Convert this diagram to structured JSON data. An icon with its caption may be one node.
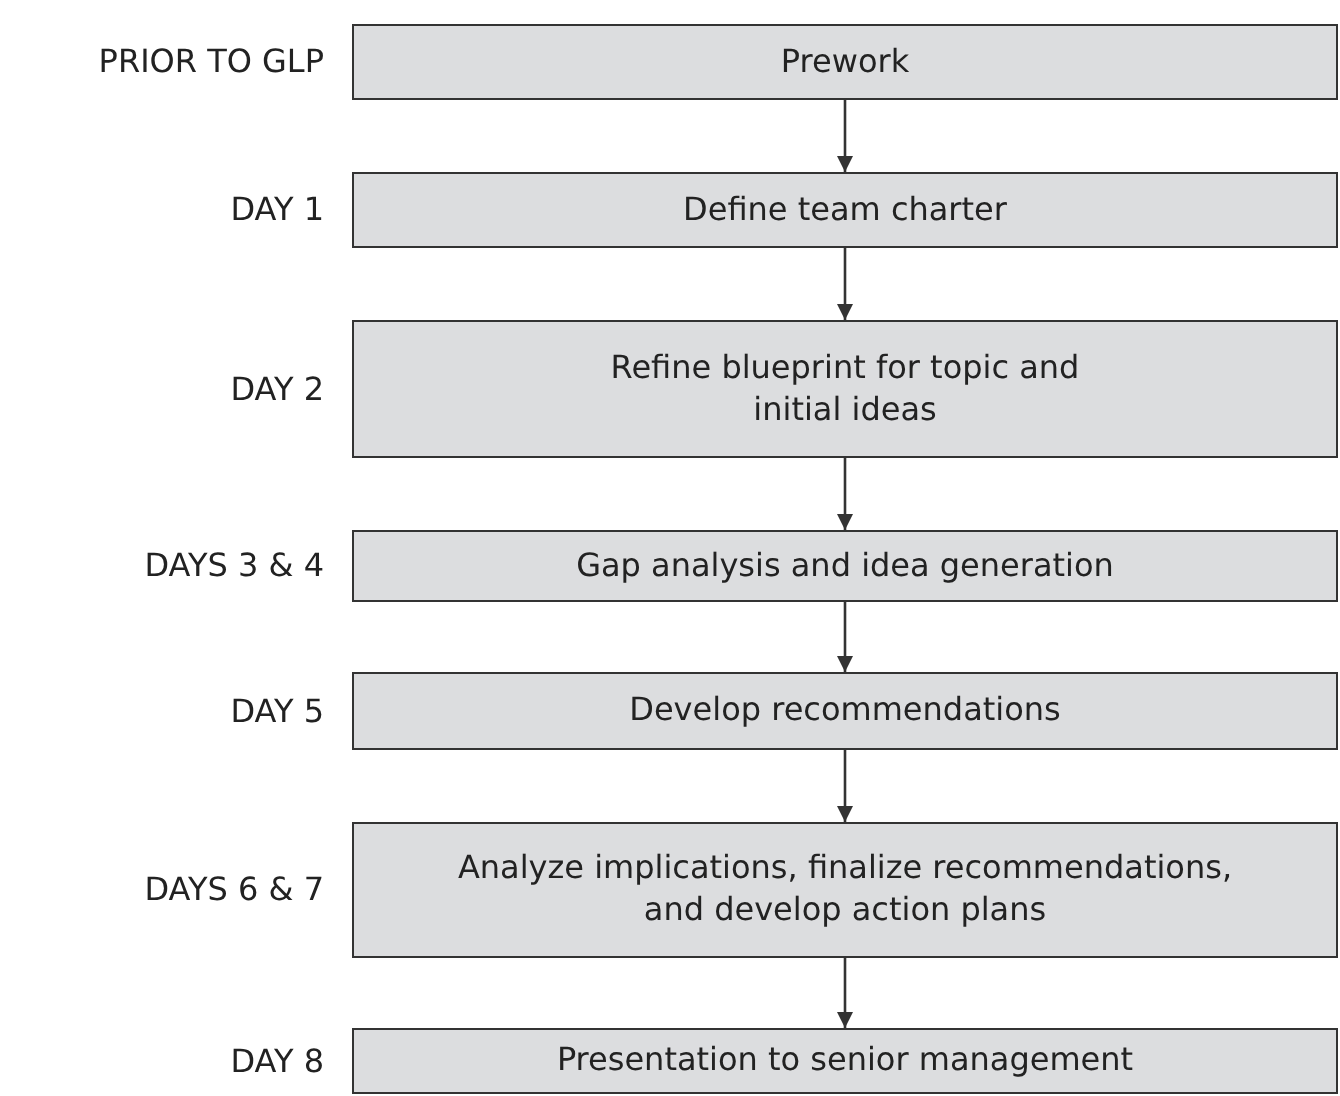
{
  "diagram": {
    "nodes": [
      {
        "text": [
          "Prework"
        ],
        "beside": [
          "PRIOR TO GLP"
        ]
      },
      {
        "text": [
          "Define team charter"
        ],
        "beside": [
          "DAY 1"
        ]
      },
      {
        "text": [
          "Refine blueprint for topic and initial ideas"
        ],
        "beside": [
          "DAY 2"
        ]
      },
      {
        "text": [
          "Gap analysis and idea generation"
        ],
        "beside": [
          "DAYS 3 & 4"
        ]
      },
      {
        "text": [
          "Develop recommendations"
        ],
        "beside": [
          "DAY 5"
        ]
      },
      {
        "text": [
          "Analyze implications, finalize recommendations, and develop action plans"
        ],
        "beside": [
          "DAYS 6 & 7"
        ]
      },
      {
        "text": [
          "Presentation to senior management"
        ],
        "beside": [
          "DAY 8"
        ]
      }
    ],
    "edges": [
      {
        "from": 0,
        "to": 1,
        "arrow": "to"
      },
      {
        "from": 1,
        "to": 2,
        "arrow": "to"
      },
      {
        "from": 2,
        "to": 3,
        "arrow": "to"
      },
      {
        "from": 3,
        "to": 4,
        "arrow": "to"
      },
      {
        "from": 4,
        "to": 5,
        "arrow": "to"
      },
      {
        "from": 5,
        "to": 6,
        "arrow": "to"
      }
    ]
  }
}
